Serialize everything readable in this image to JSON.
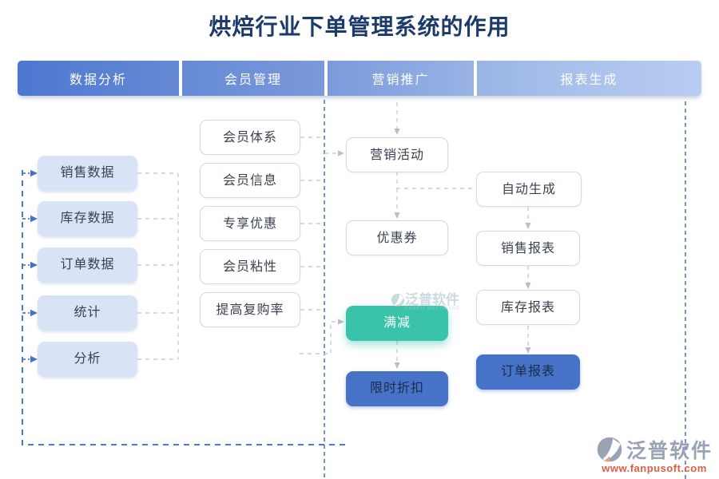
{
  "title": "烘焙行业下单管理系统的作用",
  "columns": [
    {
      "header": "数据分析",
      "items": [
        "销售数据",
        "库存数据",
        "订单数据",
        "统计",
        "分析"
      ]
    },
    {
      "header": "会员管理",
      "items": [
        "会员体系",
        "会员信息",
        "专享优惠",
        "会员粘性",
        "提高复购率"
      ]
    },
    {
      "header": "营销推广",
      "items": [
        "营销活动",
        "优惠券",
        "满减",
        "限时折扣"
      ]
    },
    {
      "header": "报表生成",
      "items": [
        "自动生成",
        "销售报表",
        "库存报表",
        "订单报表"
      ]
    }
  ],
  "watermark": {
    "brand": "泛普软件",
    "sub": "FANPU SOFTWARE"
  },
  "logo": {
    "brand": "泛普软件",
    "url": "www.fanpusoft.com"
  },
  "colors": {
    "title_text": "#1c3a6a",
    "header_gradient_start": "#4d77cf",
    "header_gradient_end": "#b9cdf1",
    "node_light_blue": "#d9e3f6",
    "node_teal": "#38c3aa",
    "node_blue": "#4673c8",
    "wire_blue": "#4c79d6",
    "wire_gray": "#cbcbcb",
    "logo_gray": "#99a3b5",
    "logo_url_red": "#e05c42"
  }
}
